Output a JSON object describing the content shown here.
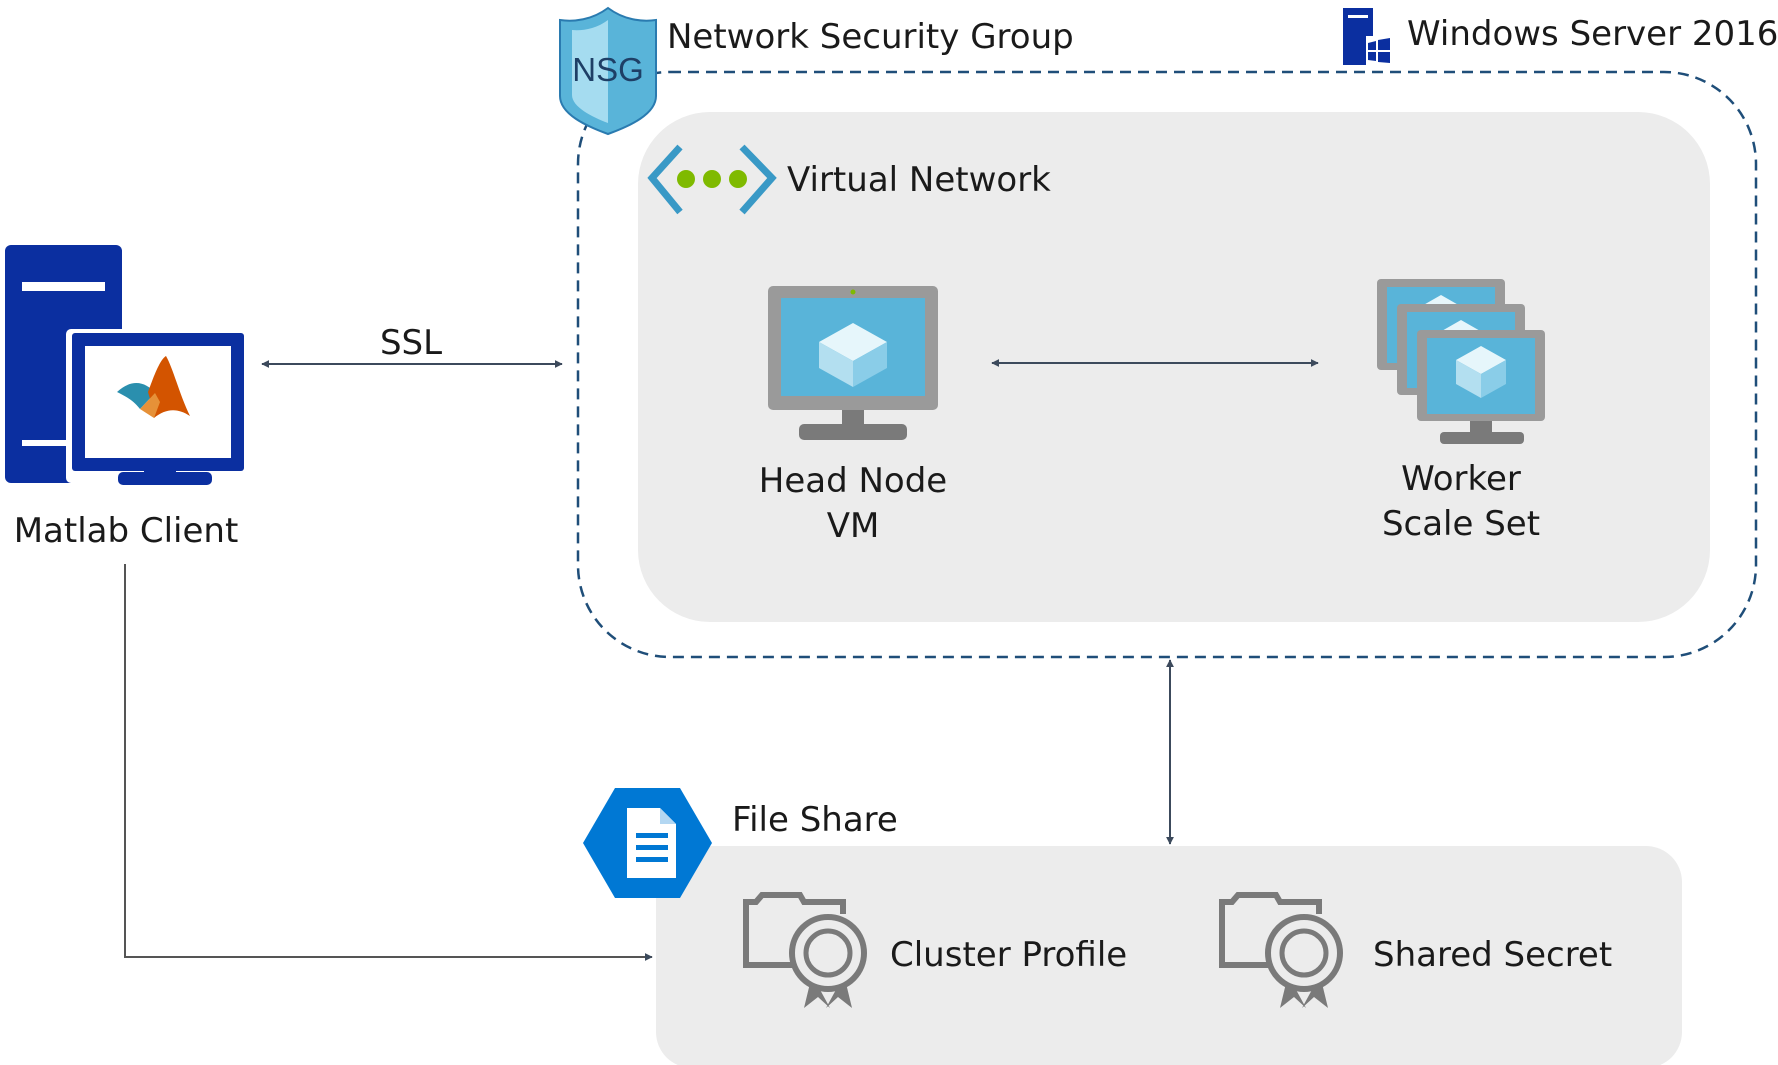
{
  "labels": {
    "nsg_title": "Network Security Group",
    "nsg_badge": "NSG",
    "windows_server": "Windows Server 2016",
    "virtual_network": "Virtual Network",
    "head_node_line1": "Head Node",
    "head_node_line2": "VM",
    "worker_line1": "Worker",
    "worker_line2": "Scale Set",
    "matlab_client": "Matlab Client",
    "ssl": "SSL",
    "file_share": "File Share",
    "cluster_profile": "Cluster Profile",
    "shared_secret": "Shared Secret"
  },
  "colors": {
    "dashed_border": "#1f4e79",
    "panel_gray": "#ececec",
    "arrow": "#3c4a5c",
    "connector": "#555555",
    "azure_blue": "#0078d4",
    "vm_screen": "#59b4d9",
    "vm_frame": "#9a9a9a",
    "nsg_shield": "#59b4d9",
    "vnet_bracket": "#3999c6",
    "vnet_dots": "#7fba00",
    "client_navy": "#0b2fa0",
    "certificate_gray": "#7a7a7a"
  },
  "icons": {
    "nsg": "nsg-shield-icon",
    "windows": "windows-server-icon",
    "vnet": "virtual-network-icon",
    "head_vm": "virtual-machine-icon",
    "worker": "scale-set-icon",
    "client": "matlab-client-computer-icon",
    "file_share": "file-share-icon",
    "certificate": "certificate-icon"
  }
}
